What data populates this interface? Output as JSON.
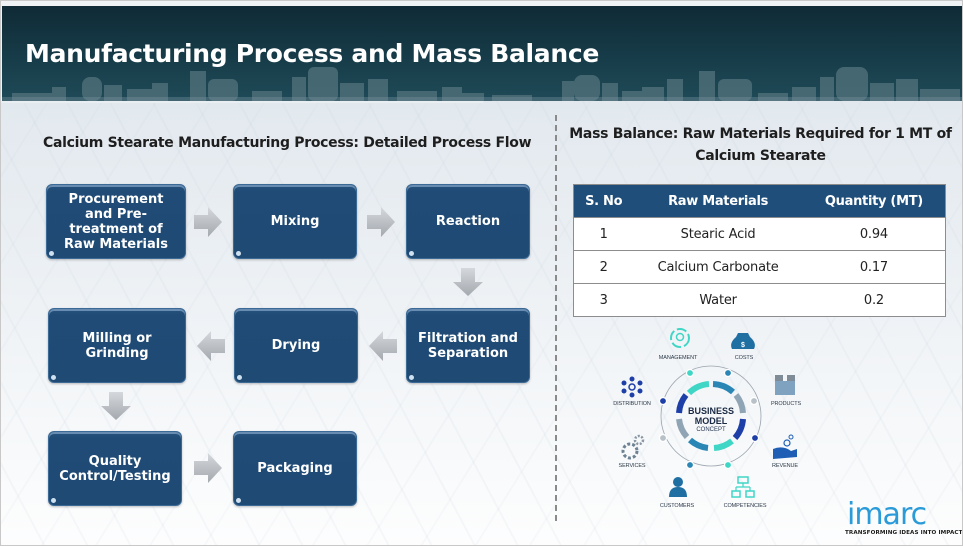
{
  "header": {
    "title": "Manufacturing Process and Mass Balance"
  },
  "process_flow": {
    "title": "Calcium Stearate Manufacturing Process: Detailed Process Flow",
    "steps": [
      {
        "label": "Procurement and Pre-treatment of Raw Materials"
      },
      {
        "label": "Mixing"
      },
      {
        "label": "Reaction"
      },
      {
        "label": "Filtration and Separation"
      },
      {
        "label": "Drying"
      },
      {
        "label": "Milling or Grinding"
      },
      {
        "label": "Quality Control/Testing"
      },
      {
        "label": "Packaging"
      }
    ],
    "arrows": [
      {
        "from": "Procurement and Pre-treatment of Raw Materials",
        "to": "Mixing",
        "direction": "right"
      },
      {
        "from": "Mixing",
        "to": "Reaction",
        "direction": "right"
      },
      {
        "from": "Reaction",
        "to": "Filtration and Separation",
        "direction": "down"
      },
      {
        "from": "Filtration and Separation",
        "to": "Drying",
        "direction": "left"
      },
      {
        "from": "Drying",
        "to": "Milling or Grinding",
        "direction": "left"
      },
      {
        "from": "Milling or Grinding",
        "to": "Quality Control/Testing",
        "direction": "down"
      },
      {
        "from": "Quality Control/Testing",
        "to": "Packaging",
        "direction": "right"
      }
    ]
  },
  "mass_balance": {
    "title": "Mass Balance: Raw Materials Required for 1 MT of Calcium Stearate",
    "columns": [
      "S. No",
      "Raw Materials",
      "Quantity (MT)"
    ],
    "rows": [
      {
        "sno": "1",
        "material": "Stearic Acid",
        "quantity": "0.94"
      },
      {
        "sno": "2",
        "material": "Calcium Carbonate",
        "quantity": "0.17"
      },
      {
        "sno": "3",
        "material": "Water",
        "quantity": "0.2"
      }
    ]
  },
  "business_model": {
    "center": {
      "line1": "BUSINESS",
      "line2": "MODEL",
      "line3": "CONCEPT"
    },
    "items": [
      {
        "label": "MANAGEMENT",
        "icon": "lightbulb-cycle-icon"
      },
      {
        "label": "COSTS",
        "icon": "money-bag-icon"
      },
      {
        "label": "PRODUCTS",
        "icon": "boxes-icon"
      },
      {
        "label": "REVENUE",
        "icon": "hand-coins-icon"
      },
      {
        "label": "COMPETENCIES",
        "icon": "org-chart-icon"
      },
      {
        "label": "CUSTOMERS",
        "icon": "person-icon"
      },
      {
        "label": "SERVICES",
        "icon": "gears-icon"
      },
      {
        "label": "DISTRIBUTION",
        "icon": "network-icon"
      }
    ]
  },
  "logo": {
    "word": "imarc",
    "tagline": "TRANSFORMING IDEAS INTO IMPACT"
  },
  "colors": {
    "header_bg": "#173c49",
    "box_blue": "#1e4a74",
    "table_header": "#1f4e7a",
    "arrow_gray": "#b4b8bd",
    "teal": "#3fd6c6",
    "logo_blue": "#2a9bd8"
  }
}
